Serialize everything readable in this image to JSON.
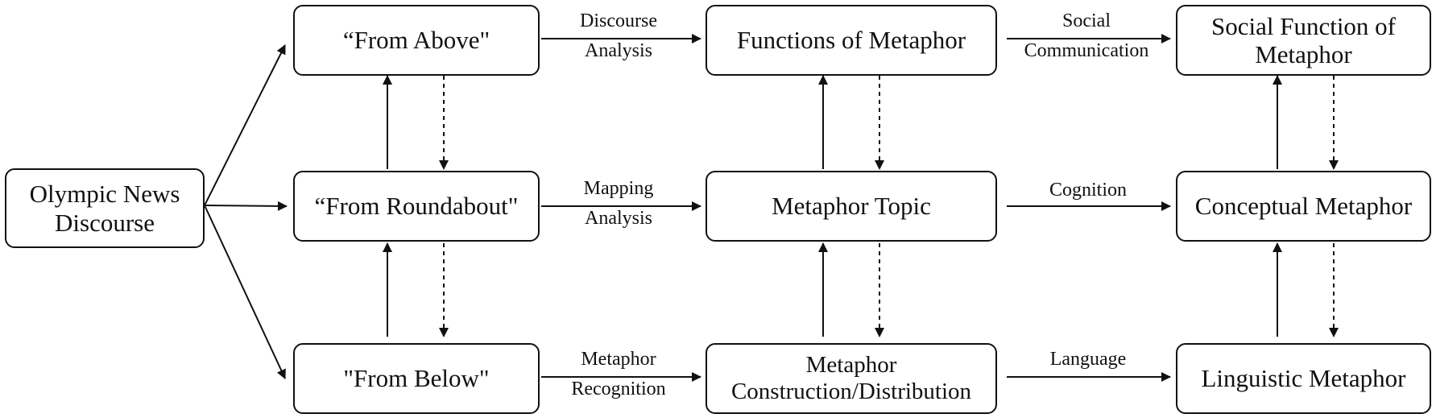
{
  "diagram": {
    "nodes": {
      "source": "Olympic News\nDiscourse",
      "from_above": "“From Above\"",
      "from_roundabout": "“From Roundabout\"",
      "from_below": "\"From Below\"",
      "functions_of_metaphor": "Functions of Metaphor",
      "metaphor_topic": "Metaphor Topic",
      "metaphor_construction": "Metaphor\nConstruction/Distribution",
      "social_function": "Social Function of\nMetaphor",
      "conceptual_metaphor": "Conceptual Metaphor",
      "linguistic_metaphor": "Linguistic Metaphor"
    },
    "edge_labels": {
      "discourse_analysis": "Discourse\nAnalysis",
      "mapping_analysis": "Mapping\nAnalysis",
      "metaphor_recognition": "Metaphor\nRecognition",
      "social_communication": "Social\nCommunication",
      "cognition": "Cognition",
      "language": "Language"
    }
  },
  "colors": {
    "line": "#111111",
    "background": "#ffffff"
  }
}
